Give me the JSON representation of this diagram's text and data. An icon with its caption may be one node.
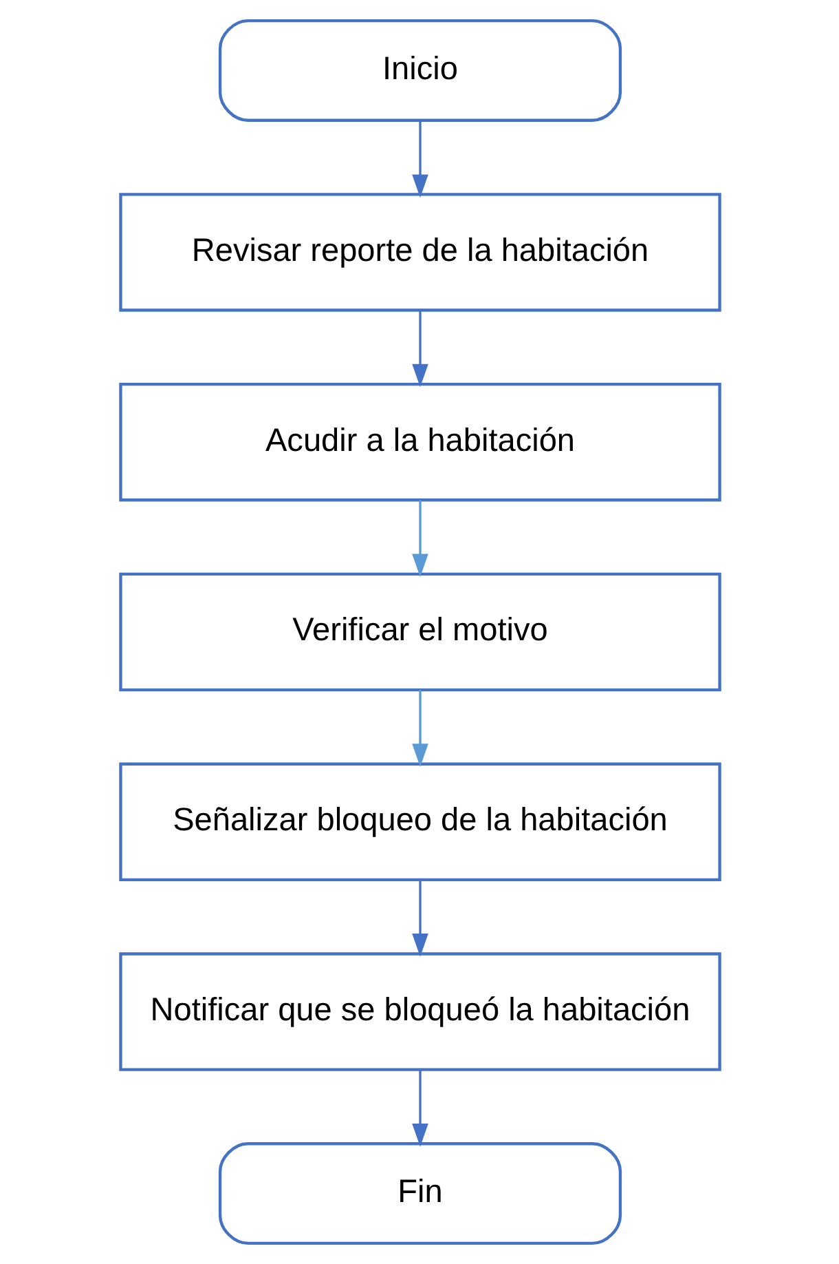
{
  "diagram": {
    "nodes": [
      {
        "text": [
          "Inicio"
        ]
      },
      {
        "text": [
          "Revisar reporte de la habitación"
        ]
      },
      {
        "text": [
          "Acudir a la habitación"
        ]
      },
      {
        "text": [
          "Verificar el motivo"
        ]
      },
      {
        "text": [
          "Señalizar bloqueo de la habitación"
        ]
      },
      {
        "text": [
          "Notificar que se bloqueó la habitación"
        ]
      },
      {
        "text": [
          "Fin"
        ]
      }
    ],
    "edges": [
      {
        "from": 0,
        "to": 1,
        "arrow": "to"
      },
      {
        "from": 1,
        "to": 2,
        "arrow": "to"
      },
      {
        "from": 2,
        "to": 3,
        "arrow": "to",
        "color": "#5b9bd5"
      },
      {
        "from": 3,
        "to": 4,
        "arrow": "to",
        "color": "#5b9bd5"
      },
      {
        "from": 4,
        "to": 5,
        "arrow": "to"
      },
      {
        "from": 5,
        "to": 6,
        "arrow": "to"
      }
    ]
  }
}
